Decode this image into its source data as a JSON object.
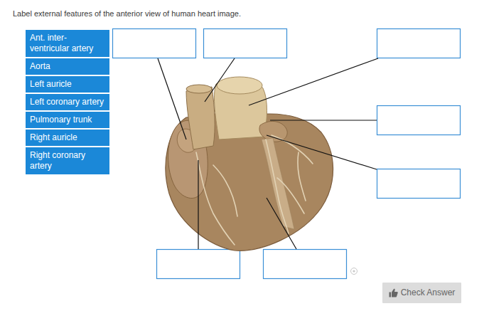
{
  "diagram": {
    "title": "Label external features of the anterior view of human heart image.",
    "nodes": [
      {
        "text": [
          "Ant. inter- ventricular artery"
        ]
      },
      {
        "text": [
          "Aorta"
        ]
      },
      {
        "text": [
          "Left auricle"
        ]
      },
      {
        "text": [
          "Left coronary artery"
        ]
      },
      {
        "text": [
          "Pulmonary trunk"
        ]
      },
      {
        "text": [
          "Right auricle"
        ]
      },
      {
        "text": [
          "Right coronary artery"
        ]
      },
      {
        "text": [
          "Check Answer"
        ]
      }
    ]
  }
}
